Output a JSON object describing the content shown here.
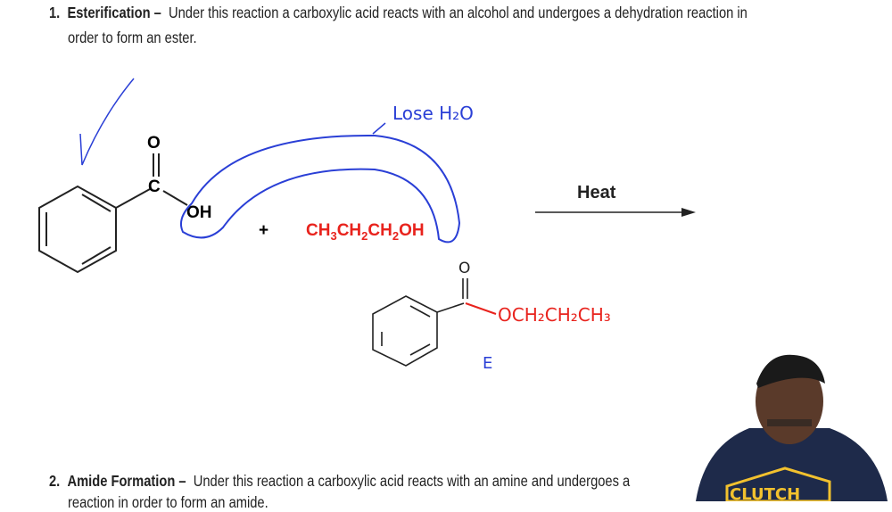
{
  "section1": {
    "number": "1.",
    "title": "Esterification –",
    "text_line1": "Under this reaction a carboxylic acid reacts with an alcohol and undergoes a dehydration reaction in",
    "text_line2": "order to form an ester."
  },
  "reaction": {
    "carbonyl_o": "O",
    "carbonyl_c": "C",
    "hydroxyl": "OH",
    "plus": "+",
    "alcohol": {
      "p1": "CH",
      "s1": "3",
      "p2": "CH",
      "s2": "2",
      "p3": "CH",
      "s3": "2",
      "p4": "OH"
    },
    "condition": "Heat",
    "annotation": "Lose H₂O",
    "product_o": "O",
    "product_chain": "OCH₂CH₂CH₃",
    "product_label": "E",
    "colors": {
      "red": "#e8231d",
      "blue": "#2a3fd6",
      "text": "#222222"
    }
  },
  "section2": {
    "number": "2.",
    "title": "Amide Formation –",
    "text_line1": "Under this reaction a carboxylic acid reacts with an amine and undergoes a",
    "text_line2": "reaction in order to form an amide."
  },
  "presenter": {
    "shirt_logo": "CLUTCH"
  }
}
